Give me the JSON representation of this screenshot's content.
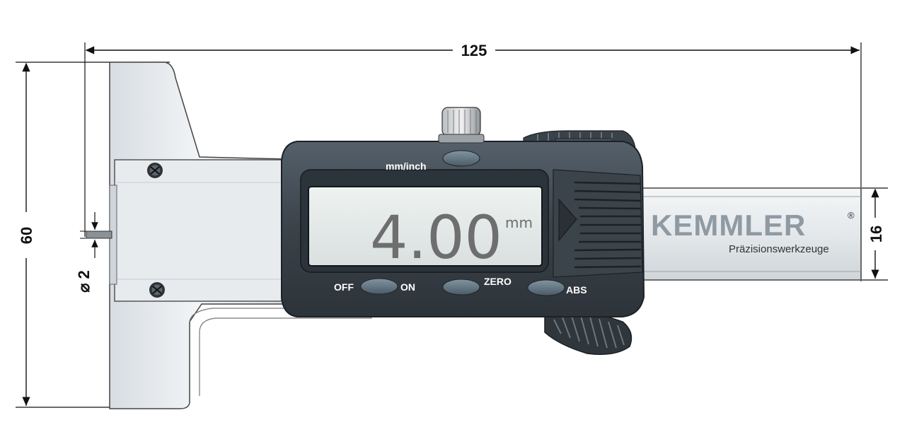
{
  "dimensions": {
    "overall_length": "125",
    "height": "60",
    "bar_width": "16",
    "pin_diameter": "⌀ 2"
  },
  "display": {
    "reading": "4.00",
    "unit": "mm"
  },
  "buttons": {
    "mode": "mm/inch",
    "off": "OFF",
    "on": "ON",
    "zero": "ZERO",
    "abs": "ABS"
  },
  "brand": {
    "name": "KEMMLER",
    "registered": "®",
    "tagline": "Präzisionswerkzeuge"
  },
  "colors": {
    "housing": "#3d454c",
    "lcd": "#e3e9e8",
    "metal": "#e6eaed",
    "button": "#5c6f7b"
  }
}
